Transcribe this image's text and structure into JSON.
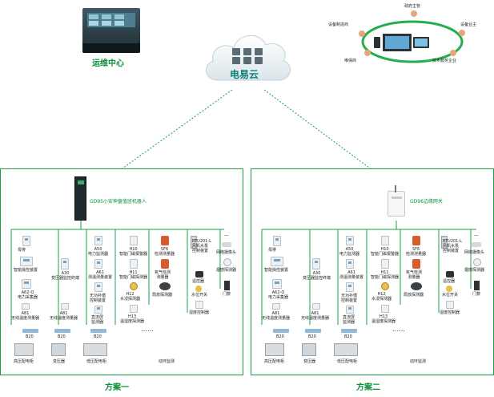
{
  "top": {
    "ops_center": "运维中心",
    "cloud": "电易云",
    "gov": "政府主管",
    "mfr": "设备制造商",
    "owner": "设备业主",
    "maint": "维保商",
    "tech": "技术服务企业"
  },
  "left": {
    "robot": "GD95小安神童值班机器人",
    "devices": {
      "ext": "母排",
      "meter": "智能操控装置",
      "a62": "A62-Q\n电力采集器",
      "a81": "A81\n无线温度测量器",
      "a81b": "A81\n无线温度测量器",
      "a30": "A30\n变压器监控终端",
      "a50": "A50\n电力监测器",
      "a61": "A61\n测温测量装置",
      "irc": "无功补偿\n控制装置",
      "dc": "直流屏\n监测器",
      "h10": "H10\n智能门磁报警器",
      "h11": "H11\n智能门磁探测器",
      "h12": "H12\n水浸探测器",
      "h13": "H13\n温湿度探测器",
      "sf6": "SF6\n检测测量器",
      "o2": "氧气检测\n测量器",
      "smoke": "局放探测器",
      "rtu": "RTU201-L\n风机水泵\n控制装置",
      "ac": "遥控器",
      "wl": "水位开关",
      "lc": "湿度控制器",
      "cam": "网络摄像头",
      "sd": "烟感探测器",
      "door": "门禁",
      "b20": "B20",
      "b20b": "B20",
      "b20c": "B20"
    },
    "bottom": [
      "高压配电柜",
      "变压器",
      "低压配电柜",
      "动环监测"
    ],
    "title": "方案一",
    "dots": "……"
  },
  "right": {
    "gateway": "GD96边缘网关",
    "devices": {
      "ext": "母排",
      "meter": "智能操控装置",
      "a62": "A62-Q\n电力采集器",
      "a81": "A81\n无线温度测量器",
      "a81b": "A81\n无线温度测量器",
      "a30": "A30\n变压器监控终端",
      "a50": "A50\n电力监测器",
      "a61": "A61\n测温测量装置",
      "irc": "无功补偿\n控制装置",
      "dc": "直流屏\n监测器",
      "h10": "H10\n智能门磁报警器",
      "h11": "H11\n智能门磁探测器",
      "h12": "H12\n水浸探测器",
      "h13": "H13\n温湿度探测器",
      "sf6": "SF6\n检测测量器",
      "o2": "氧气检测\n测量器",
      "smoke": "局放探测器",
      "rtu": "RTU201-L\n风机水泵\n控制装置",
      "ac": "遥控器",
      "wl": "水位开关",
      "lc": "湿度控制器",
      "cam": "网络摄像头",
      "sd": "烟感探测器",
      "door": "门禁",
      "b20": "B20",
      "b20b": "B20",
      "b20c": "B20"
    },
    "bottom": [
      "高压配电柜",
      "变压器",
      "低压配电柜",
      "动环监测"
    ],
    "title": "方案二",
    "dots": "……"
  },
  "colors": {
    "green": "#1aa14a",
    "dark_green": "#0e8f3a",
    "cloud_text": "#0f7f78"
  }
}
